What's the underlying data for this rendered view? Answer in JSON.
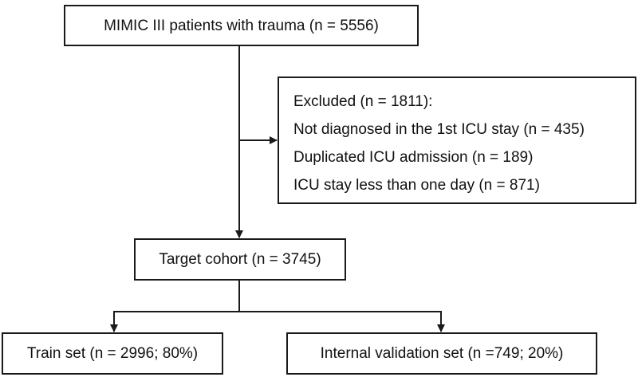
{
  "flowchart": {
    "source_box": "MIMIC III patients with trauma (n = 5556)",
    "exclusion_box": {
      "heading": "Excluded (n = 1811):",
      "reasons": [
        "Not diagnosed in the 1st ICU stay (n = 435)",
        "Duplicated ICU admission (n = 189)",
        "ICU stay less than one day (n = 871)"
      ]
    },
    "target_box": "Target cohort (n = 3745)",
    "train_box": "Train set (n = 2996; 80%)",
    "validation_box": "Internal validation set (n =749; 20%)"
  },
  "colors": {
    "line": "#1a1a1a",
    "text": "#111111",
    "background": "#ffffff"
  }
}
